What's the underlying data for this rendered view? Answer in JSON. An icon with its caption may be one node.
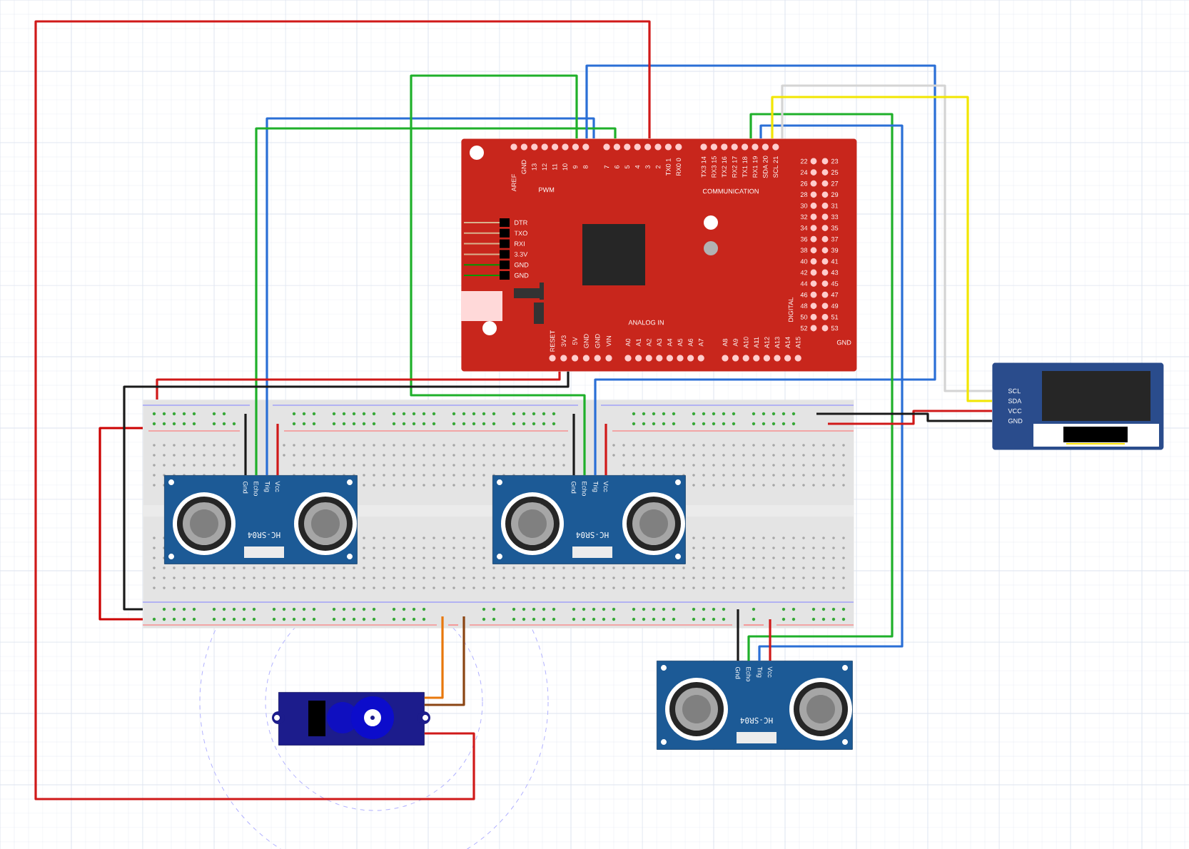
{
  "diagram": {
    "nodes": [
      {
        "text": [
          "PWM",
          "COMMUNICATION",
          "ANALOG IN",
          "DIGITAL"
        ]
      },
      {
        "text": [
          "SCL",
          "SDA",
          "VCC",
          "GND"
        ]
      },
      {
        "text": [],
        "shape": "picture"
      },
      {
        "text": [
          "HC-SR04",
          "Gnd",
          "Echo",
          "Trig",
          "Vcc"
        ],
        "in": 2
      },
      {
        "text": [
          "HC-SR04",
          "Gnd",
          "Echo",
          "Trig",
          "Vcc"
        ],
        "in": 2
      },
      {
        "text": [
          "HC-SR04",
          "Gnd",
          "Echo",
          "Trig",
          "Vcc"
        ]
      },
      {
        "text": [],
        "shape": "picture"
      }
    ],
    "edges": [
      {
        "from": 0,
        "to": 3,
        "arrow": "none",
        "color": "#2a6fd6"
      },
      {
        "from": 0,
        "to": 3,
        "arrow": "none",
        "color": "#1fb02a"
      },
      {
        "from": 0,
        "to": 4,
        "arrow": "none",
        "color": "#1fb02a"
      },
      {
        "from": 0,
        "to": 4,
        "arrow": "none",
        "color": "#2a6fd6"
      },
      {
        "from": 0,
        "to": 5,
        "arrow": "none",
        "color": "#1fb02a"
      },
      {
        "from": 0,
        "to": 5,
        "arrow": "none",
        "color": "#2a6fd6"
      },
      {
        "from": 0,
        "to": 1,
        "arrow": "none",
        "color": "#d4d4d4"
      },
      {
        "from": 0,
        "to": 1,
        "arrow": "none",
        "color": "#f2e600"
      },
      {
        "from": 0,
        "to": 2,
        "arrow": "none",
        "color": "#d01919"
      },
      {
        "from": 0,
        "to": 2,
        "arrow": "none",
        "color": "#1a1a1a"
      },
      {
        "from": 2,
        "to": 3,
        "arrow": "none",
        "color": "#1a1a1a"
      },
      {
        "from": 2,
        "to": 3,
        "arrow": "none",
        "color": "#d01919"
      },
      {
        "from": 2,
        "to": 4,
        "arrow": "none",
        "color": "#1a1a1a"
      },
      {
        "from": 2,
        "to": 4,
        "arrow": "none",
        "color": "#d01919"
      },
      {
        "from": 2,
        "to": 5,
        "arrow": "none",
        "color": "#1a1a1a"
      },
      {
        "from": 2,
        "to": 5,
        "arrow": "none",
        "color": "#d01919"
      },
      {
        "from": 1,
        "to": 2,
        "arrow": "none",
        "color": "#d01919"
      },
      {
        "from": 1,
        "to": 2,
        "arrow": "none",
        "color": "#1a1a1a"
      },
      {
        "from": 2,
        "to": 6,
        "arrow": "none",
        "color": "#e8780c"
      },
      {
        "from": 2,
        "to": 6,
        "arrow": "none",
        "color": "#8b4513"
      },
      {
        "from": 0,
        "to": 6,
        "arrow": "none",
        "color": "#d01919"
      }
    ],
    "labels": [
      "AREF",
      "GND",
      "13",
      "12",
      "11",
      "10",
      "9",
      "8",
      "7",
      "6",
      "5",
      "4",
      "3",
      "2",
      "TX0 1",
      "RX0 0",
      "TX3 14",
      "RX3 15",
      "TX2 16",
      "RX2 17",
      "TX1 18",
      "RX1 19",
      "SDA 20",
      "SCL 21",
      "DTR",
      "TXO",
      "RXI",
      "3.3V",
      "GND",
      "GND",
      "22",
      "23",
      "24",
      "25",
      "26",
      "27",
      "28",
      "29",
      "30",
      "31",
      "32",
      "33",
      "34",
      "35",
      "36",
      "37",
      "38",
      "39",
      "40",
      "41",
      "42",
      "43",
      "44",
      "45",
      "46",
      "47",
      "48",
      "49",
      "50",
      "51",
      "52",
      "53",
      "GND",
      "RESET",
      "3V3",
      "5V",
      "GND",
      "GND",
      "VIN",
      "A0",
      "A1",
      "A2",
      "A3",
      "A4",
      "A5",
      "A6",
      "A7",
      "A8",
      "A9",
      "A10",
      "A11",
      "A12",
      "A13",
      "A14",
      "A15"
    ]
  }
}
